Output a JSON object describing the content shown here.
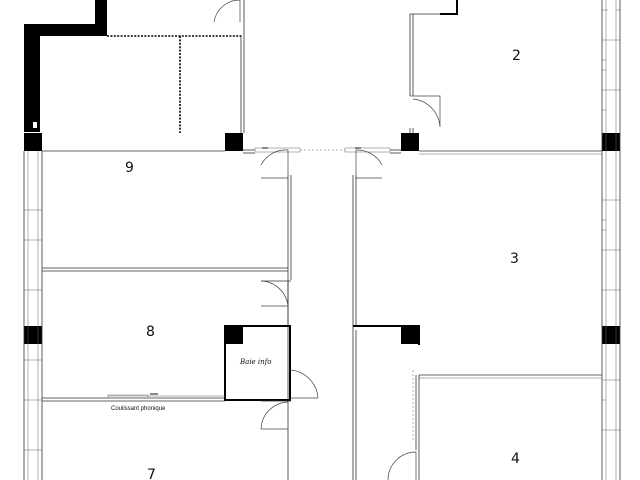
{
  "plan": {
    "rooms": [
      {
        "id": "room-2",
        "number": "2"
      },
      {
        "id": "room-3",
        "number": "3"
      },
      {
        "id": "room-4",
        "number": "4"
      },
      {
        "id": "room-7",
        "number": "7"
      },
      {
        "id": "room-8",
        "number": "8"
      },
      {
        "id": "room-9",
        "number": "9"
      }
    ],
    "labels": {
      "baie_info": "Baie info",
      "coulissant": "Coulissant phonique"
    }
  }
}
